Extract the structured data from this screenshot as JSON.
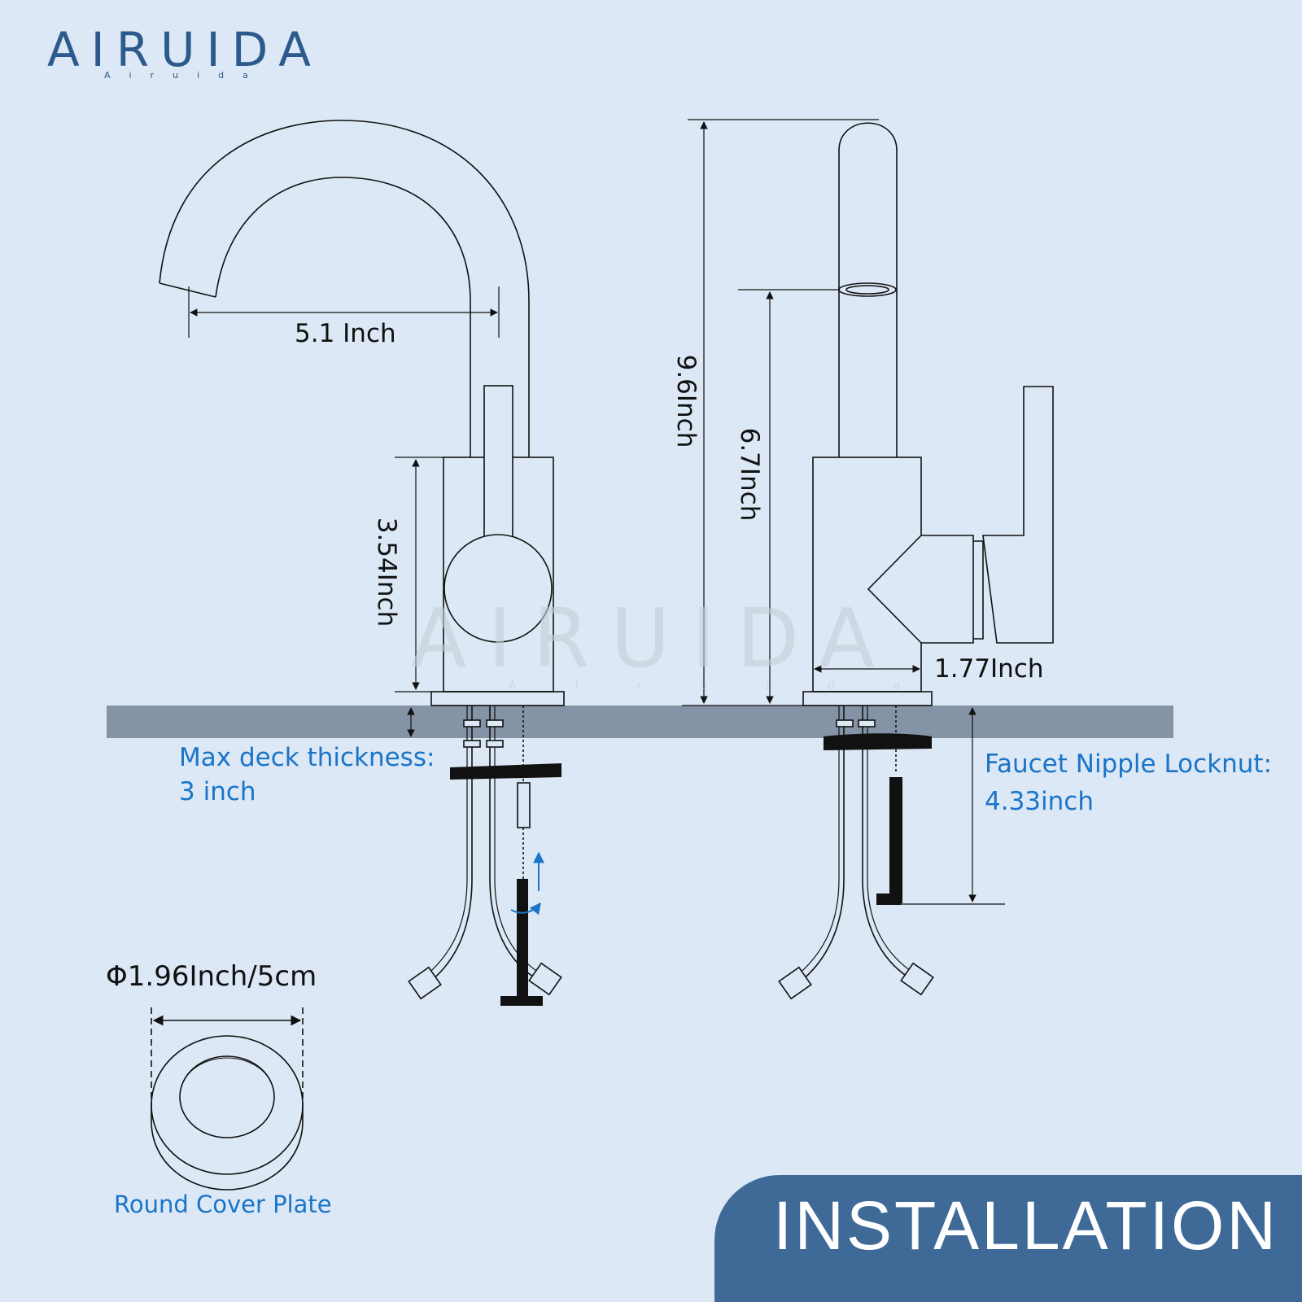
{
  "brand": {
    "name": "AIRUIDA",
    "tagline": "Airuida"
  },
  "dimensions": {
    "spout_reach": "5.1 Inch",
    "base_height": "3.54Inch",
    "total_height": "9.6Inch",
    "spout_height": "6.7Inch",
    "base_width": "1.77Inch",
    "cover_diameter": "Φ1.96Inch/5cm"
  },
  "notes": {
    "deck_label": "Max deck thickness:",
    "deck_value": "3 inch",
    "nipple_label": "Faucet Nipple Locknut:",
    "nipple_value": "4.33inch",
    "cover_plate": "Round Cover Plate"
  },
  "banner": {
    "title": "INSTALLATION"
  },
  "colors": {
    "background": "#dce8f5",
    "accent_blue": "#1a74c8",
    "banner": "#3f6a97",
    "deck": "#8593a6",
    "logo": "#2c5a8c"
  }
}
